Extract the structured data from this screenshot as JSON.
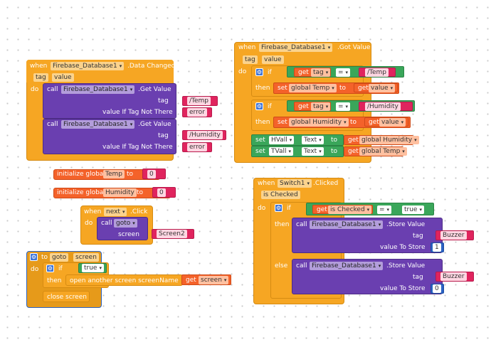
{
  "b1": {
    "when": "when",
    "component": "Firebase_Database1",
    "event": ".Data Changed",
    "param1": "tag",
    "param2": "value",
    "do": "do",
    "call1": "call",
    "call1_component": "Firebase_Database1",
    "call1_method": ".Get Value",
    "tag_label": "tag",
    "tag_value": "/Temp",
    "default_label": "value If Tag Not There",
    "default_value": "error",
    "call2": "call",
    "call2_component": "Firebase_Database1",
    "call2_method": ".Get Value",
    "tag2_value": "/Humidity",
    "default2_value": "error"
  },
  "globals": [
    {
      "label": "initialize global",
      "name": "Temp",
      "to": "to",
      "value": "0"
    },
    {
      "label": "initialize global",
      "name": "Humidity",
      "to": "to",
      "value": "0"
    }
  ],
  "b_next": {
    "when": "when",
    "component": "next",
    "event": ".Click",
    "do": "do",
    "call": "call",
    "proc": "goto",
    "param": "screen",
    "value": "Screen2"
  },
  "b_proc": {
    "to": "to",
    "name": "goto",
    "param": "screen",
    "do": "do",
    "if": "if",
    "cond": "true",
    "then": "then",
    "open": "open another screen  screenName",
    "get": "get",
    "get_var": "screen",
    "close": "close screen"
  },
  "b2": {
    "when": "when",
    "component": "Firebase_Database1",
    "event": ".Got Value",
    "param1": "tag",
    "param2": "value",
    "do": "do",
    "if": "if",
    "get": "get",
    "tag": "tag",
    "eq": "=",
    "temp_str": "/Temp",
    "then": "then",
    "set": "set",
    "global_temp": "global Temp",
    "to": "to",
    "value": "value",
    "hum_str": "/Humidity",
    "global_hum": "global Humidity",
    "hvall": "HVall",
    "tvall": "TVall",
    "text": "Text"
  },
  "b3": {
    "when": "when",
    "component": "Switch1",
    "event": ".Clicked",
    "param": "is Checked",
    "do": "do",
    "if": "if",
    "get": "get",
    "get_var": "is Checked",
    "eq": "=",
    "true": "true",
    "then": "then",
    "call": "call",
    "fb": "Firebase_Database1",
    "method": ".Store Value",
    "tag": "tag",
    "buzzer": "Buzzer",
    "value_to_store": "value To Store",
    "one": "1",
    "else": "else",
    "zero": "0"
  },
  "colors": {
    "event": "#f6a623",
    "call": "#6a3fb0",
    "text": "#e0245e",
    "variable": "#f4622a",
    "logic": "#3aa65a",
    "control": "#2b63c4"
  }
}
